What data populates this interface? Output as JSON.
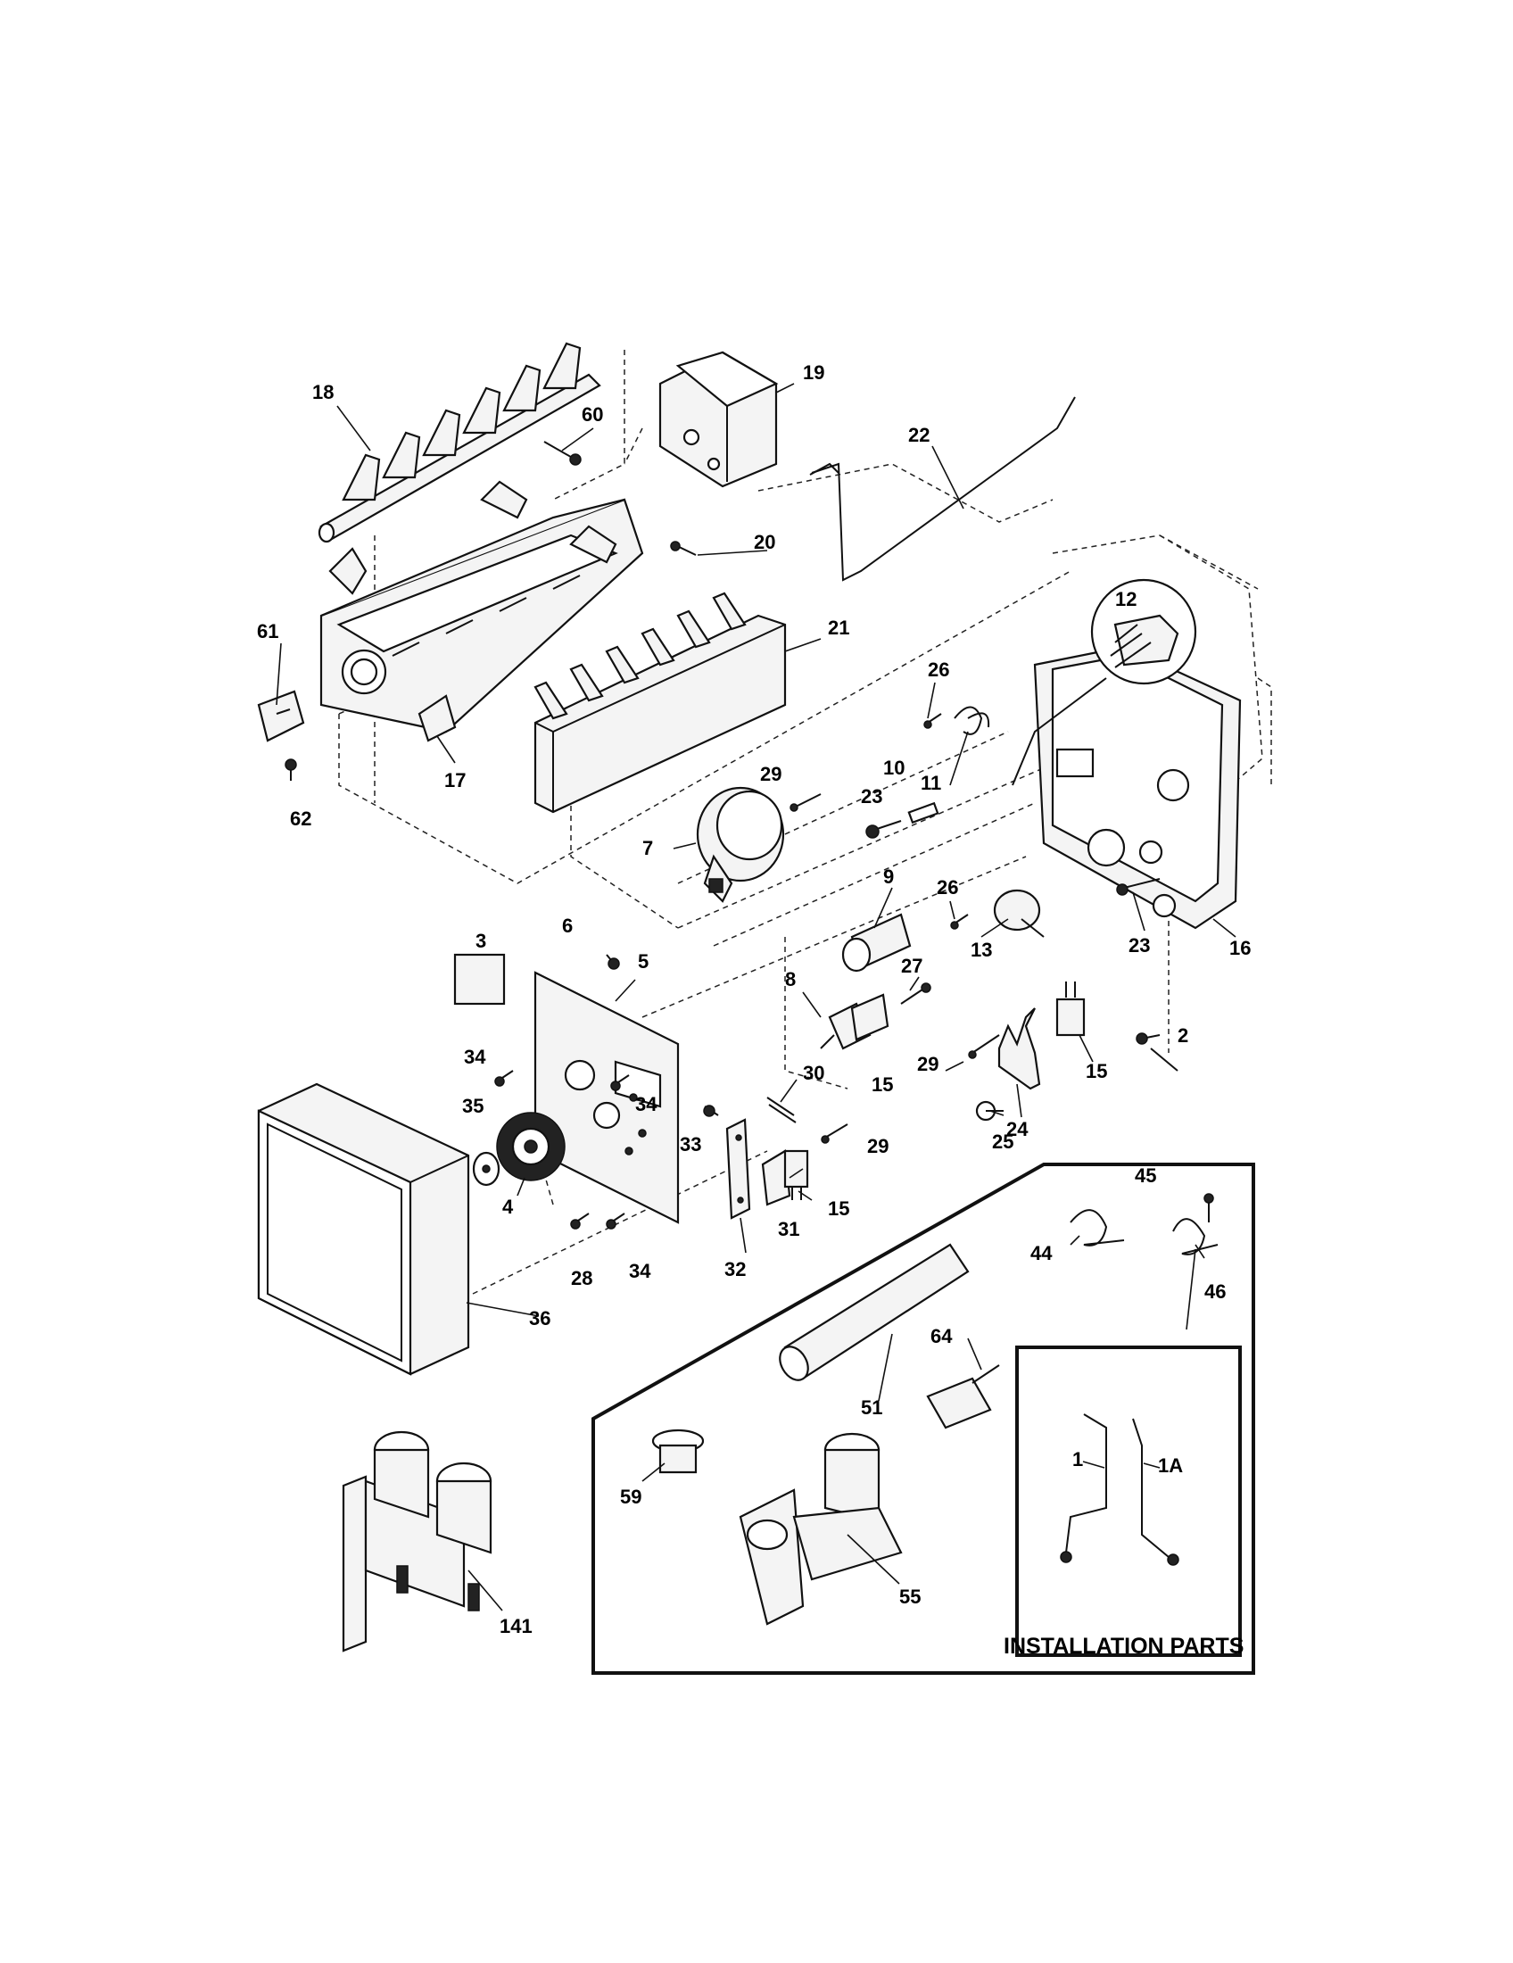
{
  "callouts": [
    {
      "id": "c18",
      "text": "18"
    },
    {
      "id": "c60",
      "text": "60"
    },
    {
      "id": "c19",
      "text": "19"
    },
    {
      "id": "c22",
      "text": "22"
    },
    {
      "id": "c20",
      "text": "20"
    },
    {
      "id": "c21",
      "text": "21"
    },
    {
      "id": "c12",
      "text": "12"
    },
    {
      "id": "c61",
      "text": "61"
    },
    {
      "id": "c17",
      "text": "17"
    },
    {
      "id": "c62",
      "text": "62"
    },
    {
      "id": "c26a",
      "text": "26"
    },
    {
      "id": "c29a",
      "text": "29"
    },
    {
      "id": "c23a",
      "text": "23"
    },
    {
      "id": "c10",
      "text": "10"
    },
    {
      "id": "c11",
      "text": "11"
    },
    {
      "id": "c7",
      "text": "7"
    },
    {
      "id": "c9",
      "text": "9"
    },
    {
      "id": "c26b",
      "text": "26"
    },
    {
      "id": "c13",
      "text": "13"
    },
    {
      "id": "c23b",
      "text": "23"
    },
    {
      "id": "c16",
      "text": "16"
    },
    {
      "id": "c3",
      "text": "3"
    },
    {
      "id": "c6",
      "text": "6"
    },
    {
      "id": "c5",
      "text": "5"
    },
    {
      "id": "c8",
      "text": "8"
    },
    {
      "id": "c27",
      "text": "27"
    },
    {
      "id": "c34a",
      "text": "34"
    },
    {
      "id": "c34b",
      "text": "34"
    },
    {
      "id": "c35",
      "text": "35"
    },
    {
      "id": "c15a",
      "text": "15"
    },
    {
      "id": "c15b",
      "text": "15"
    },
    {
      "id": "c2",
      "text": "2"
    },
    {
      "id": "c29b",
      "text": "29"
    },
    {
      "id": "c30",
      "text": "30"
    },
    {
      "id": "c24",
      "text": "24"
    },
    {
      "id": "c25",
      "text": "25"
    },
    {
      "id": "c33",
      "text": "33"
    },
    {
      "id": "c29c",
      "text": "29"
    },
    {
      "id": "c4",
      "text": "4"
    },
    {
      "id": "c31",
      "text": "31"
    },
    {
      "id": "c15c",
      "text": "15"
    },
    {
      "id": "c45",
      "text": "45"
    },
    {
      "id": "c44",
      "text": "44"
    },
    {
      "id": "c46",
      "text": "46"
    },
    {
      "id": "c28",
      "text": "28"
    },
    {
      "id": "c34c",
      "text": "34"
    },
    {
      "id": "c32",
      "text": "32"
    },
    {
      "id": "c36",
      "text": "36"
    },
    {
      "id": "c64",
      "text": "64"
    },
    {
      "id": "c51",
      "text": "51"
    },
    {
      "id": "c59",
      "text": "59"
    },
    {
      "id": "c1",
      "text": "1"
    },
    {
      "id": "c1A",
      "text": "1A"
    },
    {
      "id": "c55",
      "text": "55"
    },
    {
      "id": "c141",
      "text": "141"
    }
  ],
  "installation_parts_label": "INSTALLATION PARTS"
}
